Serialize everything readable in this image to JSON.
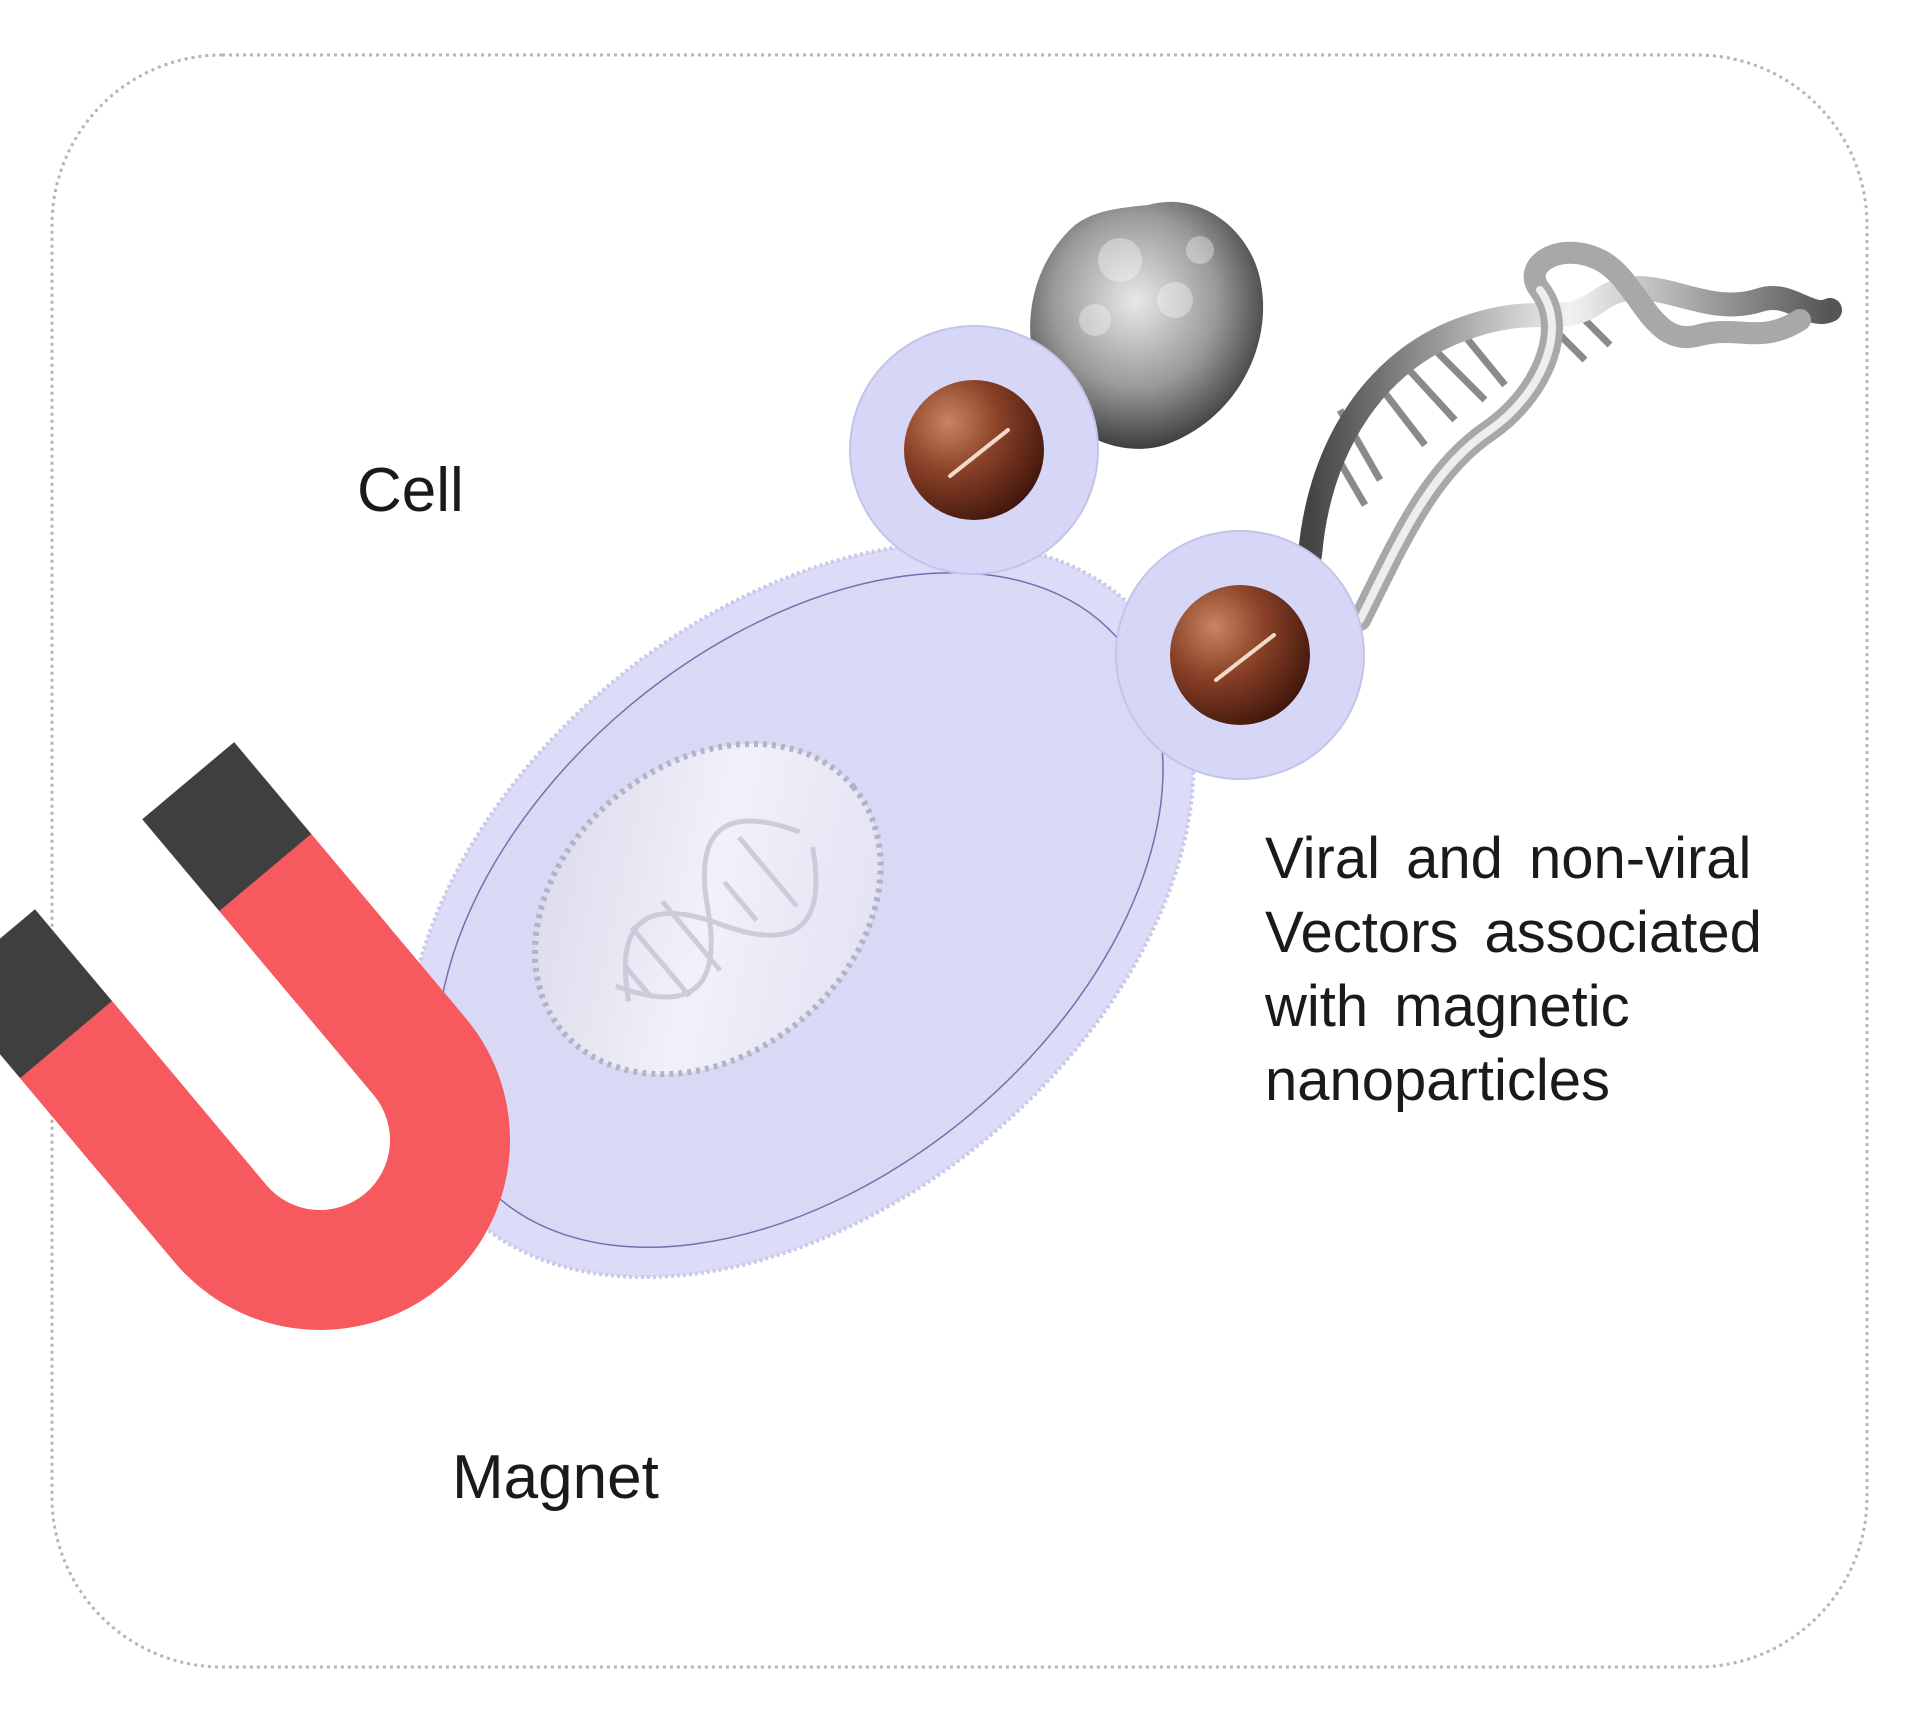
{
  "labels": {
    "cell": "Cell",
    "magnet": "Magnet",
    "vectors": [
      "Viral and non-viral",
      "Vectors associated",
      "with magnetic",
      "nanoparticles"
    ]
  },
  "colors": {
    "frame_border": "#b5b5b5",
    "cell_fill": "#dcdcf8",
    "cell_membrane": "#c4c4ec",
    "nucleus_fill": "#ebebf5",
    "magnet_red": "#f65a5e",
    "magnet_pole": "#3f3f3f",
    "nanoparticle_core": "#7a3a22",
    "nanoparticle_shell": "#d6d6f6"
  },
  "icons": [
    "magnet-icon",
    "virus-icon",
    "dna-helix-icon",
    "nanoparticle-icon"
  ]
}
